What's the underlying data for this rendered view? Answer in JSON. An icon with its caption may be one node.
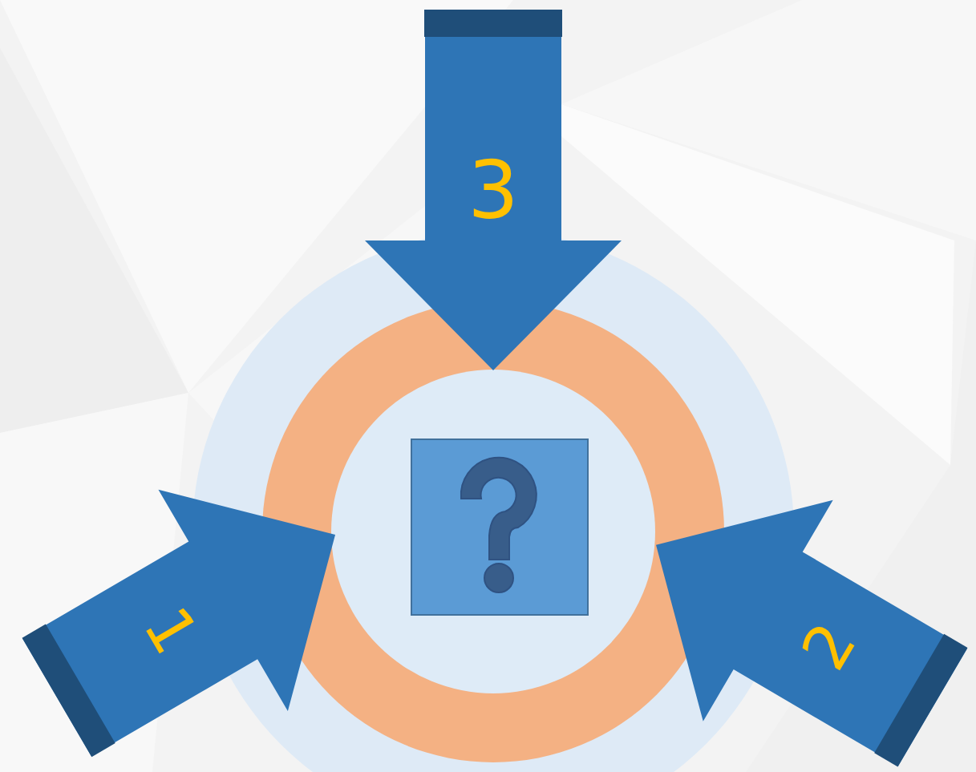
{
  "diagram": {
    "nodes": [
      {
        "text": [
          "3"
        ]
      },
      {
        "text": [
          "1"
        ]
      },
      {
        "text": [
          "2"
        ]
      }
    ]
  }
}
